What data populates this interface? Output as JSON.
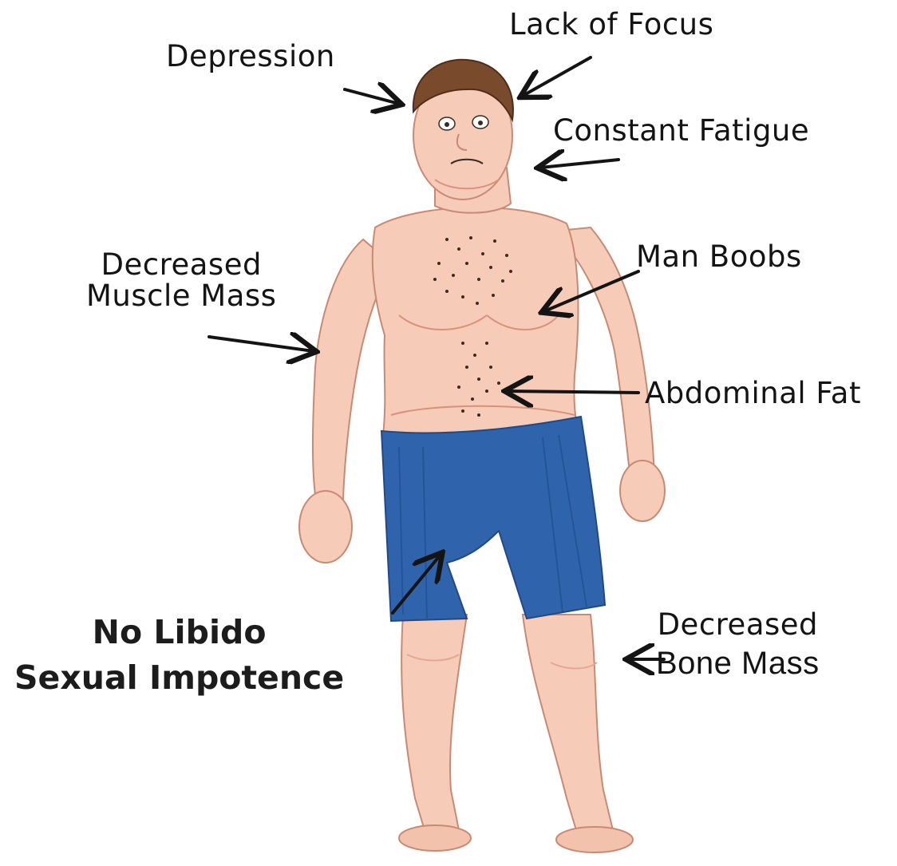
{
  "labels": {
    "depression": "Depression",
    "lack_of_focus": "Lack of Focus",
    "constant_fatigue": "Constant Fatigue",
    "decreased_muscle_mass": [
      "Decreased",
      "Muscle Mass"
    ],
    "man_boobs": "Man Boobs",
    "abdominal_fat": "Abdominal Fat",
    "no_libido": [
      "No Libido",
      "Sexual Impotence"
    ],
    "decreased_bone_mass": [
      "Decreased",
      "Bone Mass"
    ]
  },
  "colors": {
    "skin": "#f6cbb8",
    "skin_shadow": "#e6a792",
    "shorts": "#2f64ad",
    "shorts_dark": "#1f4a86",
    "hair": "#7a4a2c",
    "ink": "#141414"
  }
}
